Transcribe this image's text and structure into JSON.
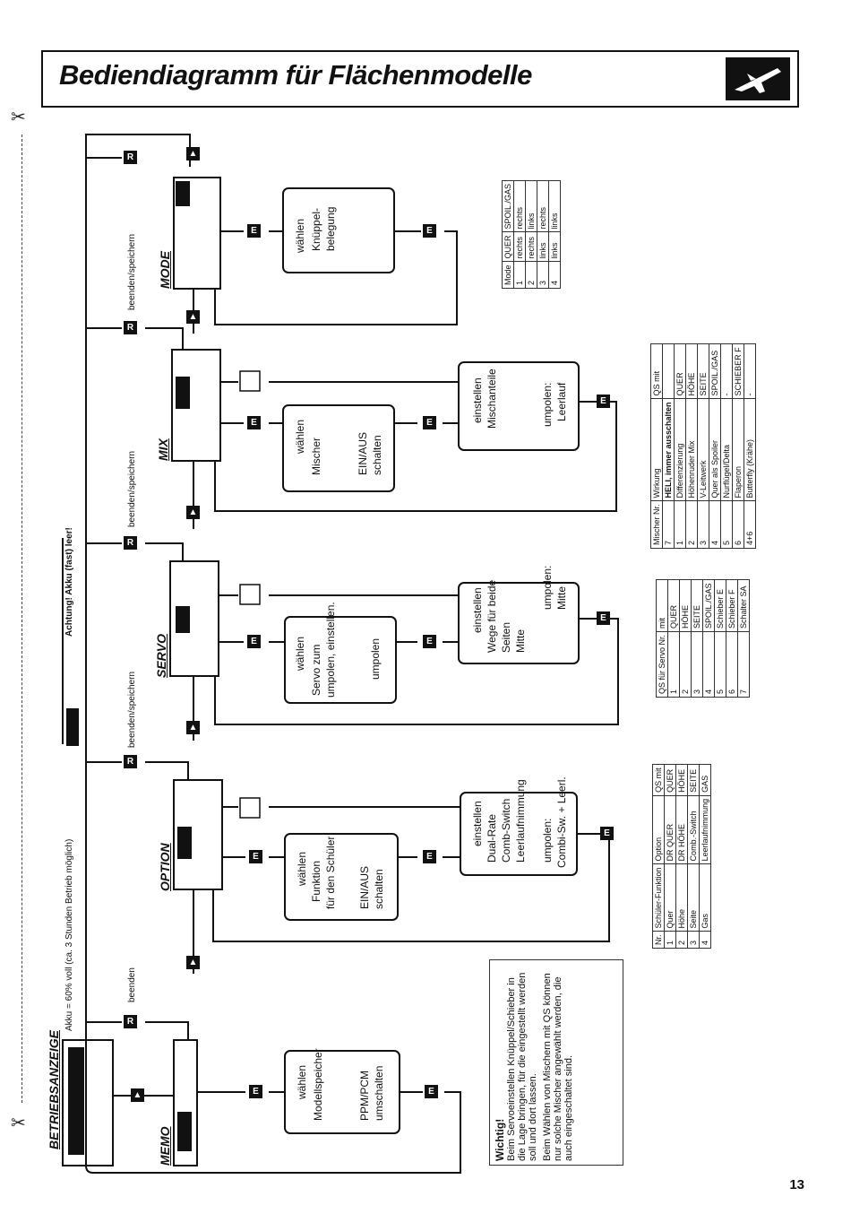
{
  "page": {
    "title": "Bediendiagramm für Flächenmodelle",
    "page_number": "13"
  },
  "battery": {
    "label_full": "Akku = 60% voll (ca. 3 Stunden Betrieb möglich)",
    "label_warning": "Achtung! Akku (fast) leer!"
  },
  "screens": {
    "betrieb": "BETRIEBSANZEIGE",
    "memo": "MEMO",
    "option": "OPTION",
    "servo": "SERVO",
    "mix": "MIX",
    "mode": "MODE"
  },
  "keys": {
    "r": "R",
    "e": "E",
    "up": "▲"
  },
  "edges": {
    "beenden": "beenden",
    "beenden_speichern": "beenden/speichern"
  },
  "boxes": {
    "memo": {
      "line1": "wählen",
      "line2": "Modellspeicher",
      "line3": "PPM/PCM",
      "line4": "umschalten"
    },
    "option": {
      "line1": "wählen",
      "line2": "Funktion",
      "line3": "für den Schüler",
      "line4": "EIN/AUS",
      "line5": "schalten"
    },
    "option_set": {
      "line1": "einstellen",
      "line2": "Dual-Rate",
      "line3": "Comb-Switch",
      "line4": "Leerlaufnimmung",
      "line5": "umpolen:",
      "line6": "Combi-Sw. + Leerl."
    },
    "servo": {
      "line1": "wählen",
      "line2": "Servo zum",
      "line3": "umpolen, einstellen.",
      "line4": "umpolen"
    },
    "servo_set": {
      "line1": "einstellen",
      "line2": "Wege für beide",
      "line3": "Seiten",
      "line4": "Mitte",
      "line5": "umpolen:",
      "line6": "Mitte"
    },
    "mix": {
      "line1": "wählen",
      "line2": "Mischer",
      "line3": "EIN/AUS",
      "line4": "schalten"
    },
    "mix_set": {
      "line1": "einstellen",
      "line2": "Mischanteile",
      "line3": "umpolen:",
      "line4": "Leerlauf"
    },
    "mode": {
      "line1": "wählen",
      "line2": "Knüppel-",
      "line3": "belegung"
    }
  },
  "tables": {
    "mode": {
      "header": [
        "Mode",
        "QUER",
        "SPOIL./GAS"
      ],
      "rows": [
        [
          "1",
          "rechts",
          "rechts"
        ],
        [
          "2",
          "rechts",
          "links"
        ],
        [
          "3",
          "links",
          "rechts"
        ],
        [
          "4",
          "links",
          "links"
        ]
      ]
    },
    "mischer": {
      "header": [
        "Mischer Nr.",
        "Wirkung",
        "QS mit"
      ],
      "rows": [
        [
          "7",
          "HELI, immer ausschalten",
          ""
        ],
        [
          "1",
          "Differenzierung",
          "QUER"
        ],
        [
          "2",
          "Höhenruder Mix",
          "HÖHE"
        ],
        [
          "3",
          "V-Leitwerk",
          "SEITE"
        ],
        [
          "4",
          "Quer als Spoiler",
          "SPOIL./GAS"
        ],
        [
          "5",
          "Nurflügel/Delta",
          "-"
        ],
        [
          "6",
          "Flaperon",
          "SCHIEBER F"
        ],
        [
          "4+6",
          "Butterfly (Krähe)",
          "-"
        ]
      ]
    },
    "servo": {
      "header": [
        "QS für Servo Nr.",
        "mit"
      ],
      "rows": [
        [
          "1",
          "QUER"
        ],
        [
          "2",
          "HÖHE"
        ],
        [
          "3",
          "SEITE"
        ],
        [
          "4",
          "SPOIL./GAS"
        ],
        [
          "5",
          "Schieber E"
        ],
        [
          "6",
          "Schieber F"
        ],
        [
          "7",
          "Schalter SA"
        ]
      ]
    },
    "option": {
      "header": [
        "Nr.",
        "Schüler-Funktion",
        "Option",
        "QS mit"
      ],
      "rows": [
        [
          "1",
          "Quer",
          "DR QUER",
          "QUER"
        ],
        [
          "2",
          "Höhe",
          "DR HÖHE",
          "HÖHE"
        ],
        [
          "3",
          "Seite",
          "Comb.-Switch",
          "SEITE"
        ],
        [
          "4",
          "Gas",
          "Leerlaufnimmung",
          "GAS"
        ]
      ]
    }
  },
  "note": {
    "title": "Wichtig!",
    "text1": "Beim Servoeinstellen Knüppel/Schieber in die Lage bringen, für die eingestellt werden soll und dort lassen.",
    "text2": "Beim Wählen von Mischern mit QS können nur solche Mischer angewählt werden, die auch eingeschaltet sind."
  }
}
